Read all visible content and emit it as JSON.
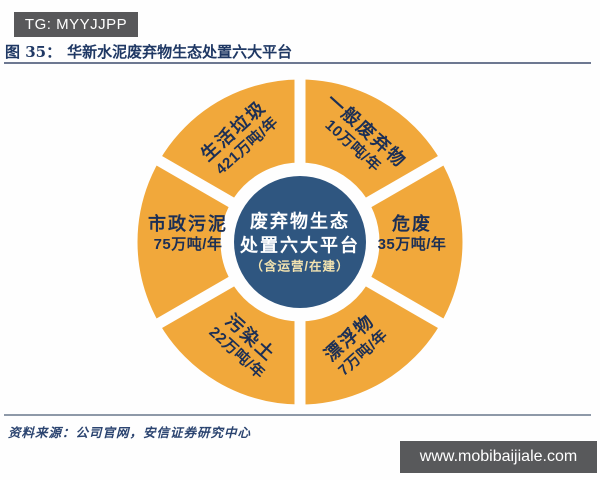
{
  "banner": {
    "text": "TG: MYYJJPP"
  },
  "figure": {
    "label": "图 35：",
    "title": "华新水泥废弃物生态处置六大平台"
  },
  "chart": {
    "type": "wheel-diagram",
    "center": {
      "line1": "废弃物生态",
      "line2": "处置六大平台",
      "line3": "（含运营/在建）"
    },
    "segments": [
      {
        "name": "生活垃圾",
        "value": "421万吨/年",
        "position": "top-left"
      },
      {
        "name": "一般废弃物",
        "value": "10万吨/年",
        "position": "top-right"
      },
      {
        "name": "危废",
        "value": "35万吨/年",
        "position": "right"
      },
      {
        "name": "漂浮物",
        "value": "7万吨/年",
        "position": "bottom-right"
      },
      {
        "name": "污染土",
        "value": "22万吨/年",
        "position": "bottom-left"
      },
      {
        "name": "市政污泥",
        "value": "75万吨/年",
        "position": "left"
      }
    ],
    "colors": {
      "segment_fill": "#f1a83b",
      "hub_fill": "#2f5680",
      "label_text": "#1c2f55",
      "hub_note_text": "#f2e3b0"
    }
  },
  "source": {
    "text": "资料来源：公司官网，安信证券研究中心"
  },
  "watermark": {
    "url": "www.mobibaijiale.com"
  }
}
